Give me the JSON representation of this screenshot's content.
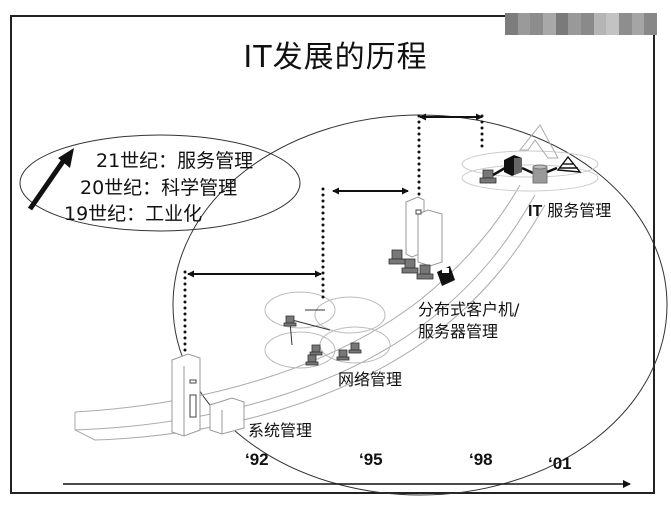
{
  "title": "IT发展的历程",
  "eras": [
    {
      "label": "21世纪：服务管理"
    },
    {
      "label": "20世纪：科学管理"
    },
    {
      "label": "19世纪：工业化"
    }
  ],
  "stages": {
    "it_service": {
      "prefix": "IT",
      "label": " 服务管理"
    },
    "client_server_line1": "分布式客户机/",
    "client_server_line2": "服务器管理",
    "network": "网络管理",
    "system": "系统管理"
  },
  "timeline": {
    "years": [
      "‘92",
      "‘95",
      "‘98",
      "‘01"
    ]
  },
  "icons": {
    "era_arrow": "up-right-arrow-icon",
    "timeline_arrow": "right-arrow-icon",
    "span_arrows": "double-headed-arrow-icon",
    "devices": [
      "mainframe-icon",
      "network-ring-icon",
      "server-tower-icon",
      "workstation-icon",
      "printer-icon",
      "database-icon",
      "pyramid-icon"
    ]
  },
  "colors": {
    "ink": "#111111",
    "frame": "#222222",
    "device_fill": "#7a7a7a",
    "rail": "#aaaaaa"
  }
}
